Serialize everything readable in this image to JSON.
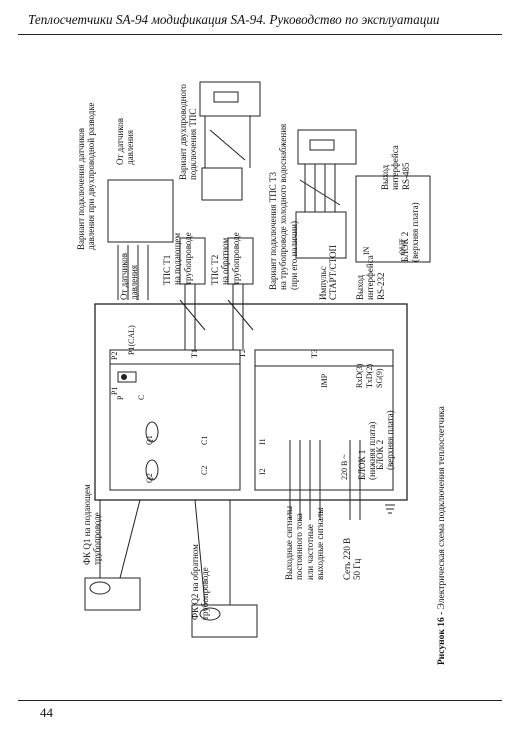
{
  "header": {
    "title": "Теплосчетчики SA-94 модификация SA-94. Руководство по эксплуатации"
  },
  "page": {
    "number": "44"
  },
  "figure": {
    "caption_bold": "Рисунок 16 - ",
    "caption_text": "Электрическая схема подключения теплосчетчика"
  },
  "labels": {
    "pressure_variant_1": "Вариант подключения датчиков",
    "pressure_variant_2": "давления при двухпроводной разводке",
    "from_pressure_sensors_1": "От датчиков",
    "from_pressure_sensors_2": "давления",
    "tps_two_wire_1": "Вариант двухпроводного",
    "tps_two_wire_2": "подключения ТПС",
    "tps_t3_1": "Вариант подключения ТПС Т3",
    "tps_t3_2": "на трубопроводе холодного водоснабжения",
    "tps_t3_3": "(при его наличии)",
    "rs485_1": "Выход",
    "rs485_2": "интерфейса",
    "rs485_3": "RS-485",
    "block2_1": "БЛОК 2",
    "block2_2": "(верхняя плата)",
    "tps_t1_1": "ТПС Т1",
    "tps_t1_2": "на подающем",
    "tps_t1_3": "трубопроводе",
    "tps_t2_1": "ТПС Т2",
    "tps_t2_2": "на обратном",
    "tps_t2_3": "трубопроводе",
    "pulse_1": "Импульс",
    "pulse_2": "СТАРТ/СТОП",
    "rs232_1": "Выход",
    "rs232_2": "интерфейса",
    "rs232_3": "RS-232",
    "block1_1": "БЛОК 1",
    "block1_2": "(нижняя плата)",
    "output_1": "Выходные сигналы",
    "output_2": "постоянного тока",
    "output_3": "или частотные",
    "output_4": "выходные сигналы",
    "mains_1": "Сеть 220 В",
    "mains_2": "50 Гц",
    "fk_q1_1": "ФК Q1 на подающем",
    "fk_q1_2": "трубопроводе",
    "fk_q2_1": "ФК Q2 на обратном",
    "fk_q2_2": "трубопроводе",
    "v220": "220 В ~",
    "term_q1": "Q1",
    "term_q2": "Q2",
    "term_c1": "C1",
    "term_c2": "C2",
    "term_i1": "I1",
    "term_i2": "I2",
    "term_p1": "P1",
    "term_p2": "P2",
    "term_p1cal": "P1(CAL)",
    "term_t1": "T1",
    "term_t2": "T2",
    "term_t3": "T3",
    "term_imp": "IMP",
    "term_rxd": "RxD(3)",
    "term_txd": "TxD(2)",
    "term_sg": "SG(9)",
    "term_in": "IN",
    "term_out": "OUT",
    "sw_p": "P",
    "sw_c": "C"
  }
}
